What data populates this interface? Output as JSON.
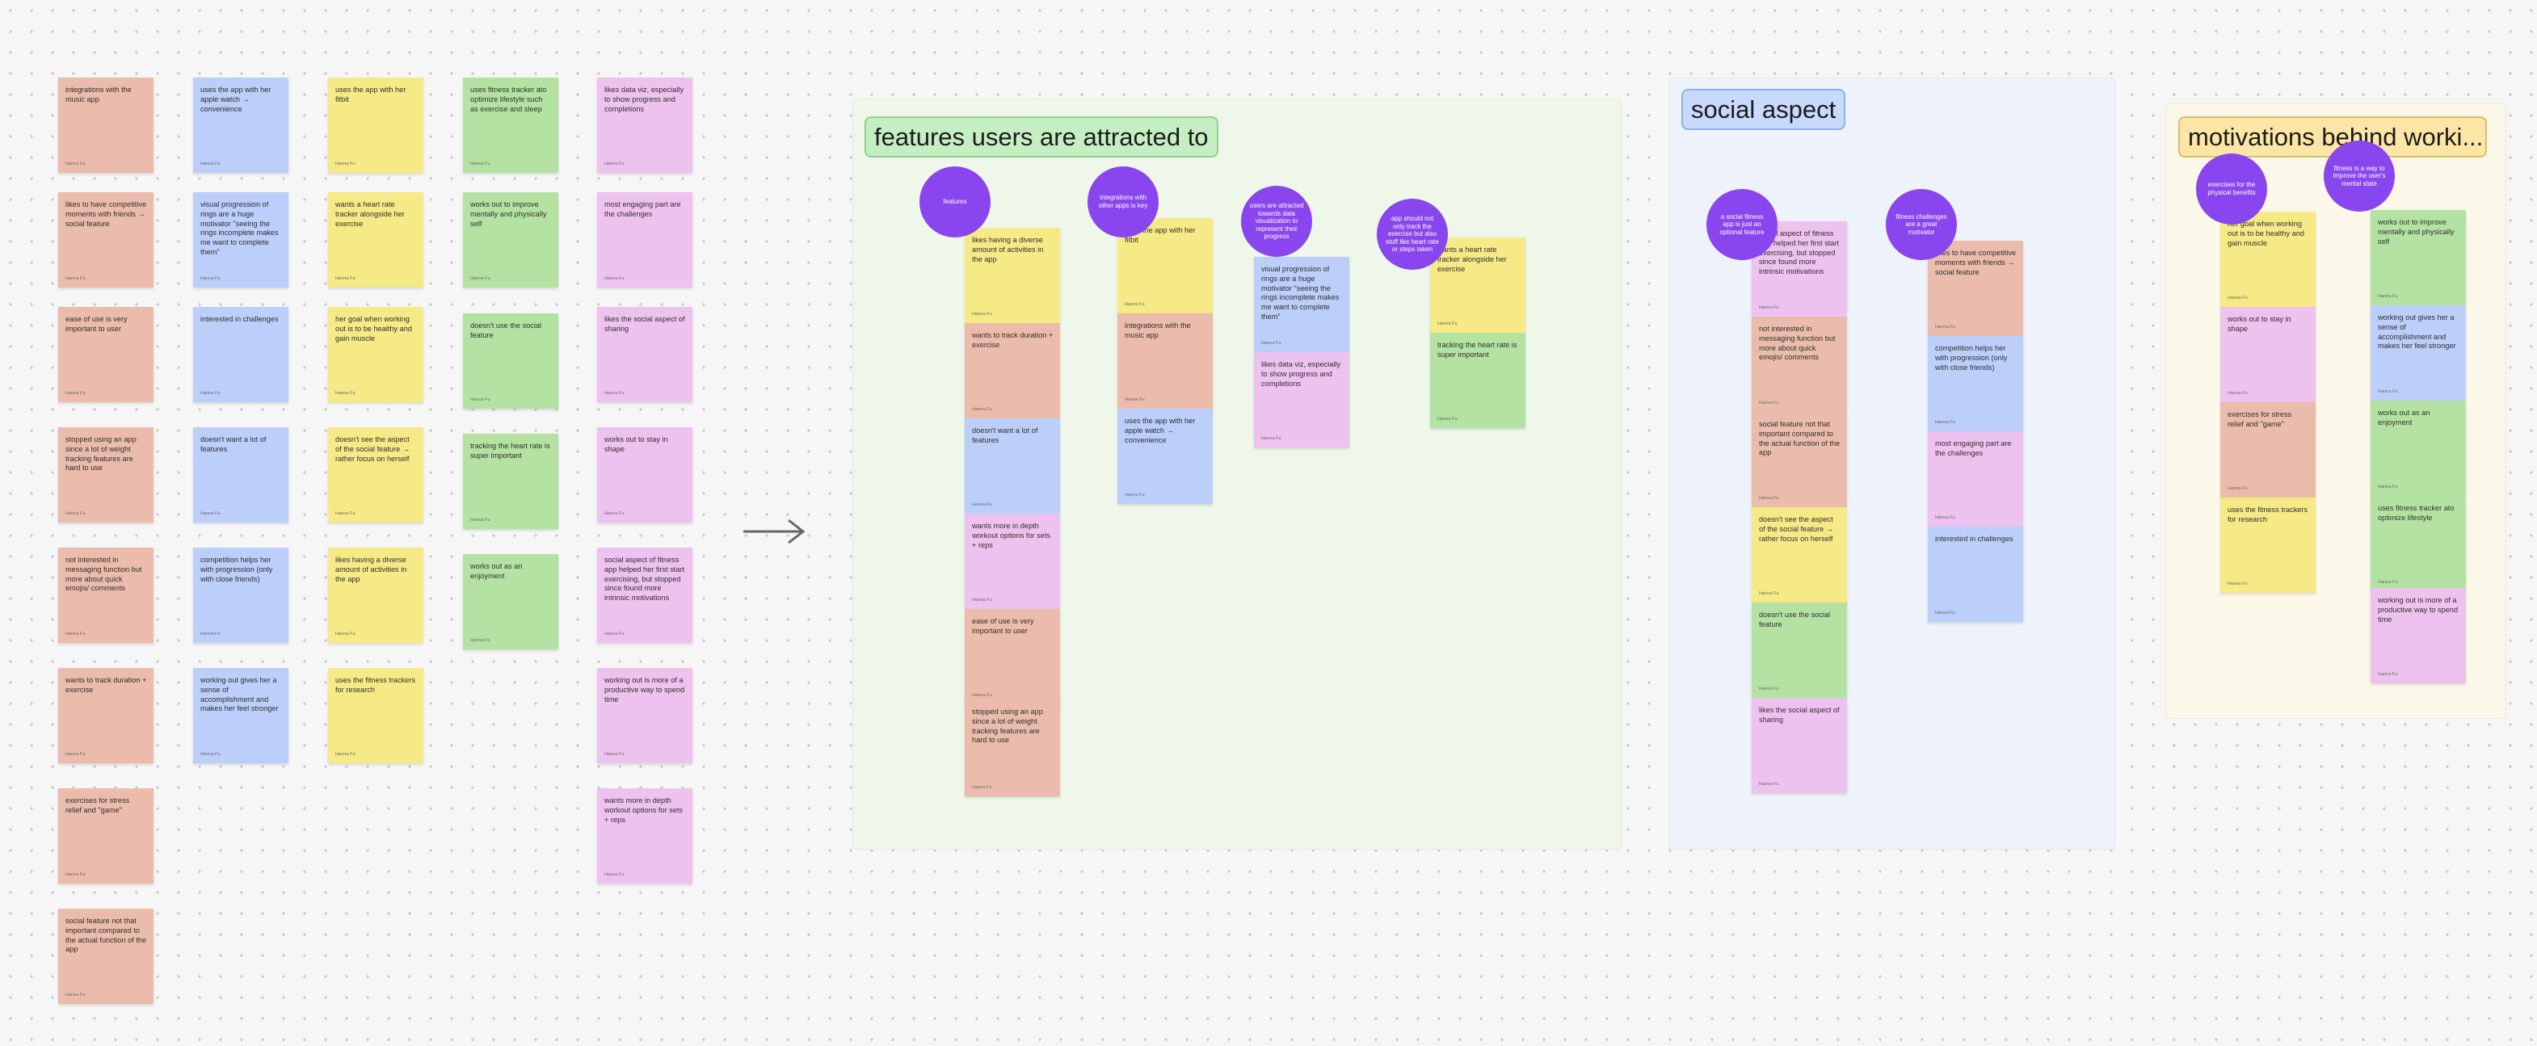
{
  "board": {
    "author": "Hanna Fu",
    "arrow": "→",
    "colors": {
      "salmon": "#ebbcab",
      "blue": "#bccefa",
      "yellow": "#f6ea87",
      "green": "#b4e2a3",
      "pink": "#eec2ee",
      "circle": "#8a46ee"
    }
  },
  "notes": {
    "c1": [
      "integrations with the music app",
      "likes to have competitive moments with friends → social feature",
      "ease of use is very important to user",
      "stopped using an app since a lot of weight tracking features are hard to use",
      "not interested in messaging function but more about quick emojis/ comments",
      "wants to track duration + exercise",
      "exercises for stress relief and \"game\"",
      "social feature not that important compared to the actual function of the app"
    ],
    "c2": [
      "uses the app with her apple watch → convenience",
      "visual progression of rings are a huge motivator \"seeing the rings incomplete makes me want to complete them\"",
      "interested in challenges",
      "doesn't want a lot of features",
      "competition helps her with progression (only with close friends)",
      "working out gives her a sense of accomplishment and makes her feel stronger"
    ],
    "c3": [
      "uses the app with her fitbit",
      "wants a heart rate tracker alongside her exercise",
      "her goal when working out is to be healthy and gain muscle",
      "doesn't see the aspect of the social feature → rather focus on herself",
      "likes having a diverse amount of activities in the app",
      "uses the fitness trackers for research"
    ],
    "c4": [
      "uses fitness tracker ato optimize lifestyle such as exercise and sleep",
      "works out to improve mentally and physically self",
      "doesn't use the social feature",
      "tracking the heart rate is super important",
      "works out as an enjoyment"
    ],
    "c5": [
      "likes data viz, especially to show progress and completions",
      "most engaging part are the challenges",
      "likes the social aspect of sharing",
      "works out to stay in shape",
      "social aspect of fitness app helped her first start exercising, but stopped since found more intrinsic motivations",
      "working out is more of a productive way to spend time",
      "wants more in depth workout options for sets + reps"
    ]
  },
  "features": {
    "title": "features users are attracted to",
    "circles": [
      "features",
      "integrations with other apps is key",
      "users are attracted towards data visualization to represent their progress",
      "app should not only track the exercise but also stuff like heart rate or steps taken"
    ],
    "col1": [
      "likes having a diverse amount of activities in the app",
      "wants to track duration + exercise",
      "doesn't want a lot of features",
      "wants more in depth workout options for sets + reps",
      "ease of use is very important to user",
      "stopped using an app since a lot of weight tracking features are hard to use"
    ],
    "col2": [
      "uses the app with her fitbit",
      "integrations with the music app",
      "uses the app with her apple watch → convenience"
    ],
    "col3": [
      "visual progression of rings are a huge motivator \"seeing the rings incomplete makes me want to complete them\"",
      "likes data viz, especially to show progress and completions"
    ],
    "col4": [
      "wants a heart rate tracker alongside her exercise",
      "tracking the heart rate is super important"
    ]
  },
  "social": {
    "title": "social aspect",
    "circles": [
      "a social fitness app is just an optional feature",
      "fitness challenges are a great motivator"
    ],
    "col1": [
      "social aspect of fitness app helped her first start exercising, but stopped since found more intrinsic motivations",
      "not interested in messaging function but more about quick emojis/ comments",
      "social feature not that important compared to the actual function of the app",
      "doesn't see the aspect of the social feature → rather focus on herself",
      "doesn't use the social feature",
      "likes the social aspect of sharing"
    ],
    "col2": [
      "likes to have competitive moments with friends → social feature",
      "competition helps her with progression (only with close friends)",
      "most engaging part are the challenges",
      "interested in challenges"
    ]
  },
  "motivations": {
    "title": "motivations behind worki...",
    "circles": [
      "exercises for the physical benefits",
      "fitness is a way to improve the user's mental state"
    ],
    "col1": [
      "her goal when working out is to be healthy and gain muscle",
      "works out to stay in shape",
      "exercises for stress relief and \"game\"",
      "uses the fitness trackers for research"
    ],
    "col2": [
      "works out to improve mentally and physically self",
      "working out gives her a sense of accomplishment and makes her feel stronger",
      "works out as an enjoyment",
      "uses fitness tracker ato optimize lifestyle",
      "working out is more of a productive way to spend time"
    ]
  }
}
